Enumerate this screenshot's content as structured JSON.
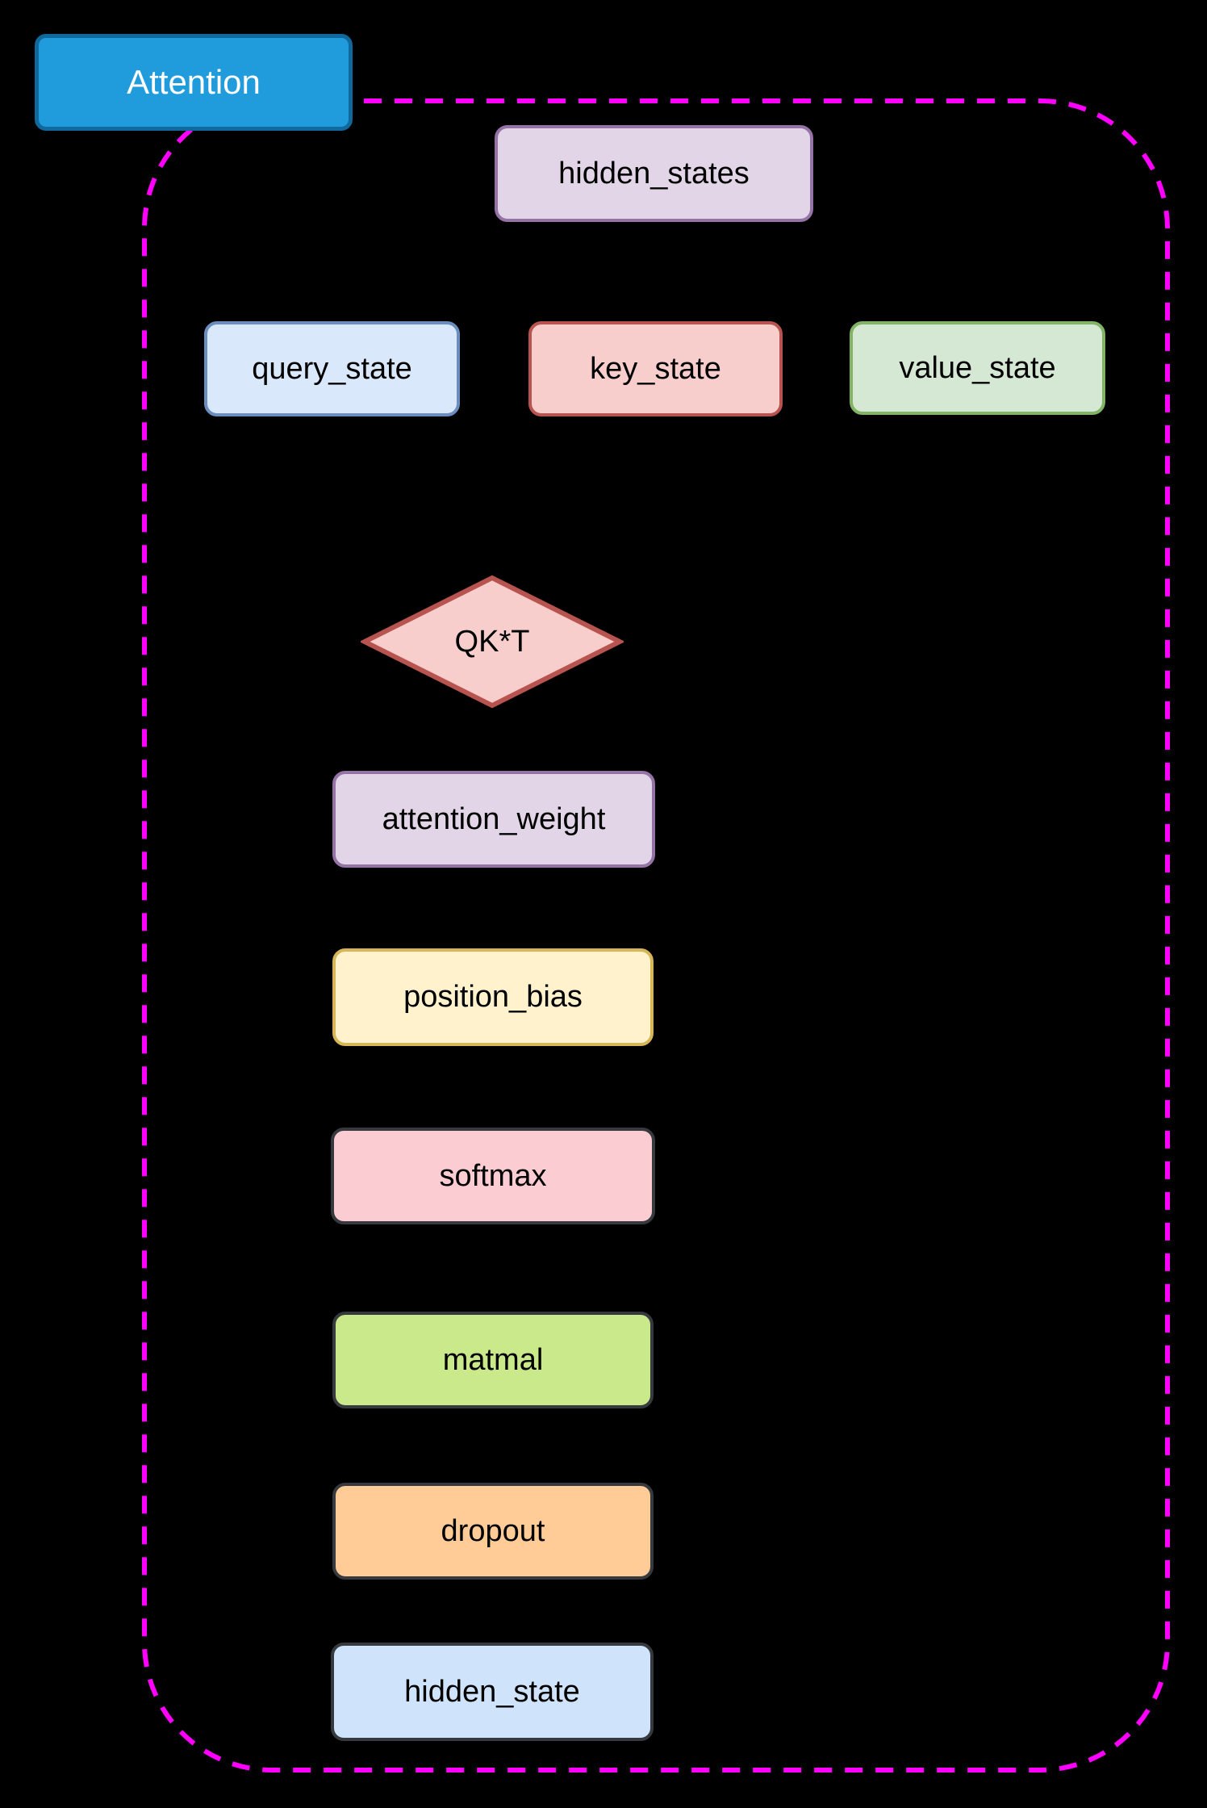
{
  "canvas": {
    "background": "#000000"
  },
  "group": {
    "label": "Attention",
    "label_fill": "#209BDB",
    "label_stroke": "#10699C",
    "label_text_color": "#FFFFFF",
    "border_color": "#FF00FF"
  },
  "nodes": {
    "hidden_states": {
      "label": "hidden_states",
      "shape": "rect",
      "fill": "#E1D5E7",
      "stroke": "#9673A6"
    },
    "query_state": {
      "label": "query_state",
      "shape": "rect",
      "fill": "#DAE8FC",
      "stroke": "#6C8EBF"
    },
    "key_state": {
      "label": "key_state",
      "shape": "rect",
      "fill": "#F8CECC",
      "stroke": "#B85450"
    },
    "value_state": {
      "label": "value_state",
      "shape": "rect",
      "fill": "#D5E8D4",
      "stroke": "#82B366"
    },
    "qkt": {
      "label": "QK*T",
      "shape": "diamond",
      "fill": "#F8CECC",
      "stroke": "#B85450"
    },
    "attention_weight": {
      "label": "attention_weight",
      "shape": "rect",
      "fill": "#E1D5E7",
      "stroke": "#9673A6"
    },
    "position_bias": {
      "label": "position_bias",
      "shape": "rect",
      "fill": "#FFF2CC",
      "stroke": "#D6B656"
    },
    "softmax": {
      "label": "softmax",
      "shape": "rect",
      "fill": "#FBCCD2",
      "stroke": "#36393D"
    },
    "matmal": {
      "label": "matmal",
      "shape": "rect",
      "fill": "#C9E98B",
      "stroke": "#36393D"
    },
    "dropout": {
      "label": "dropout",
      "shape": "rect",
      "fill": "#FFCB97",
      "stroke": "#36393D"
    },
    "hidden_state": {
      "label": "hidden_state",
      "shape": "rect",
      "fill": "#CFE4FB",
      "stroke": "#36393D"
    }
  }
}
